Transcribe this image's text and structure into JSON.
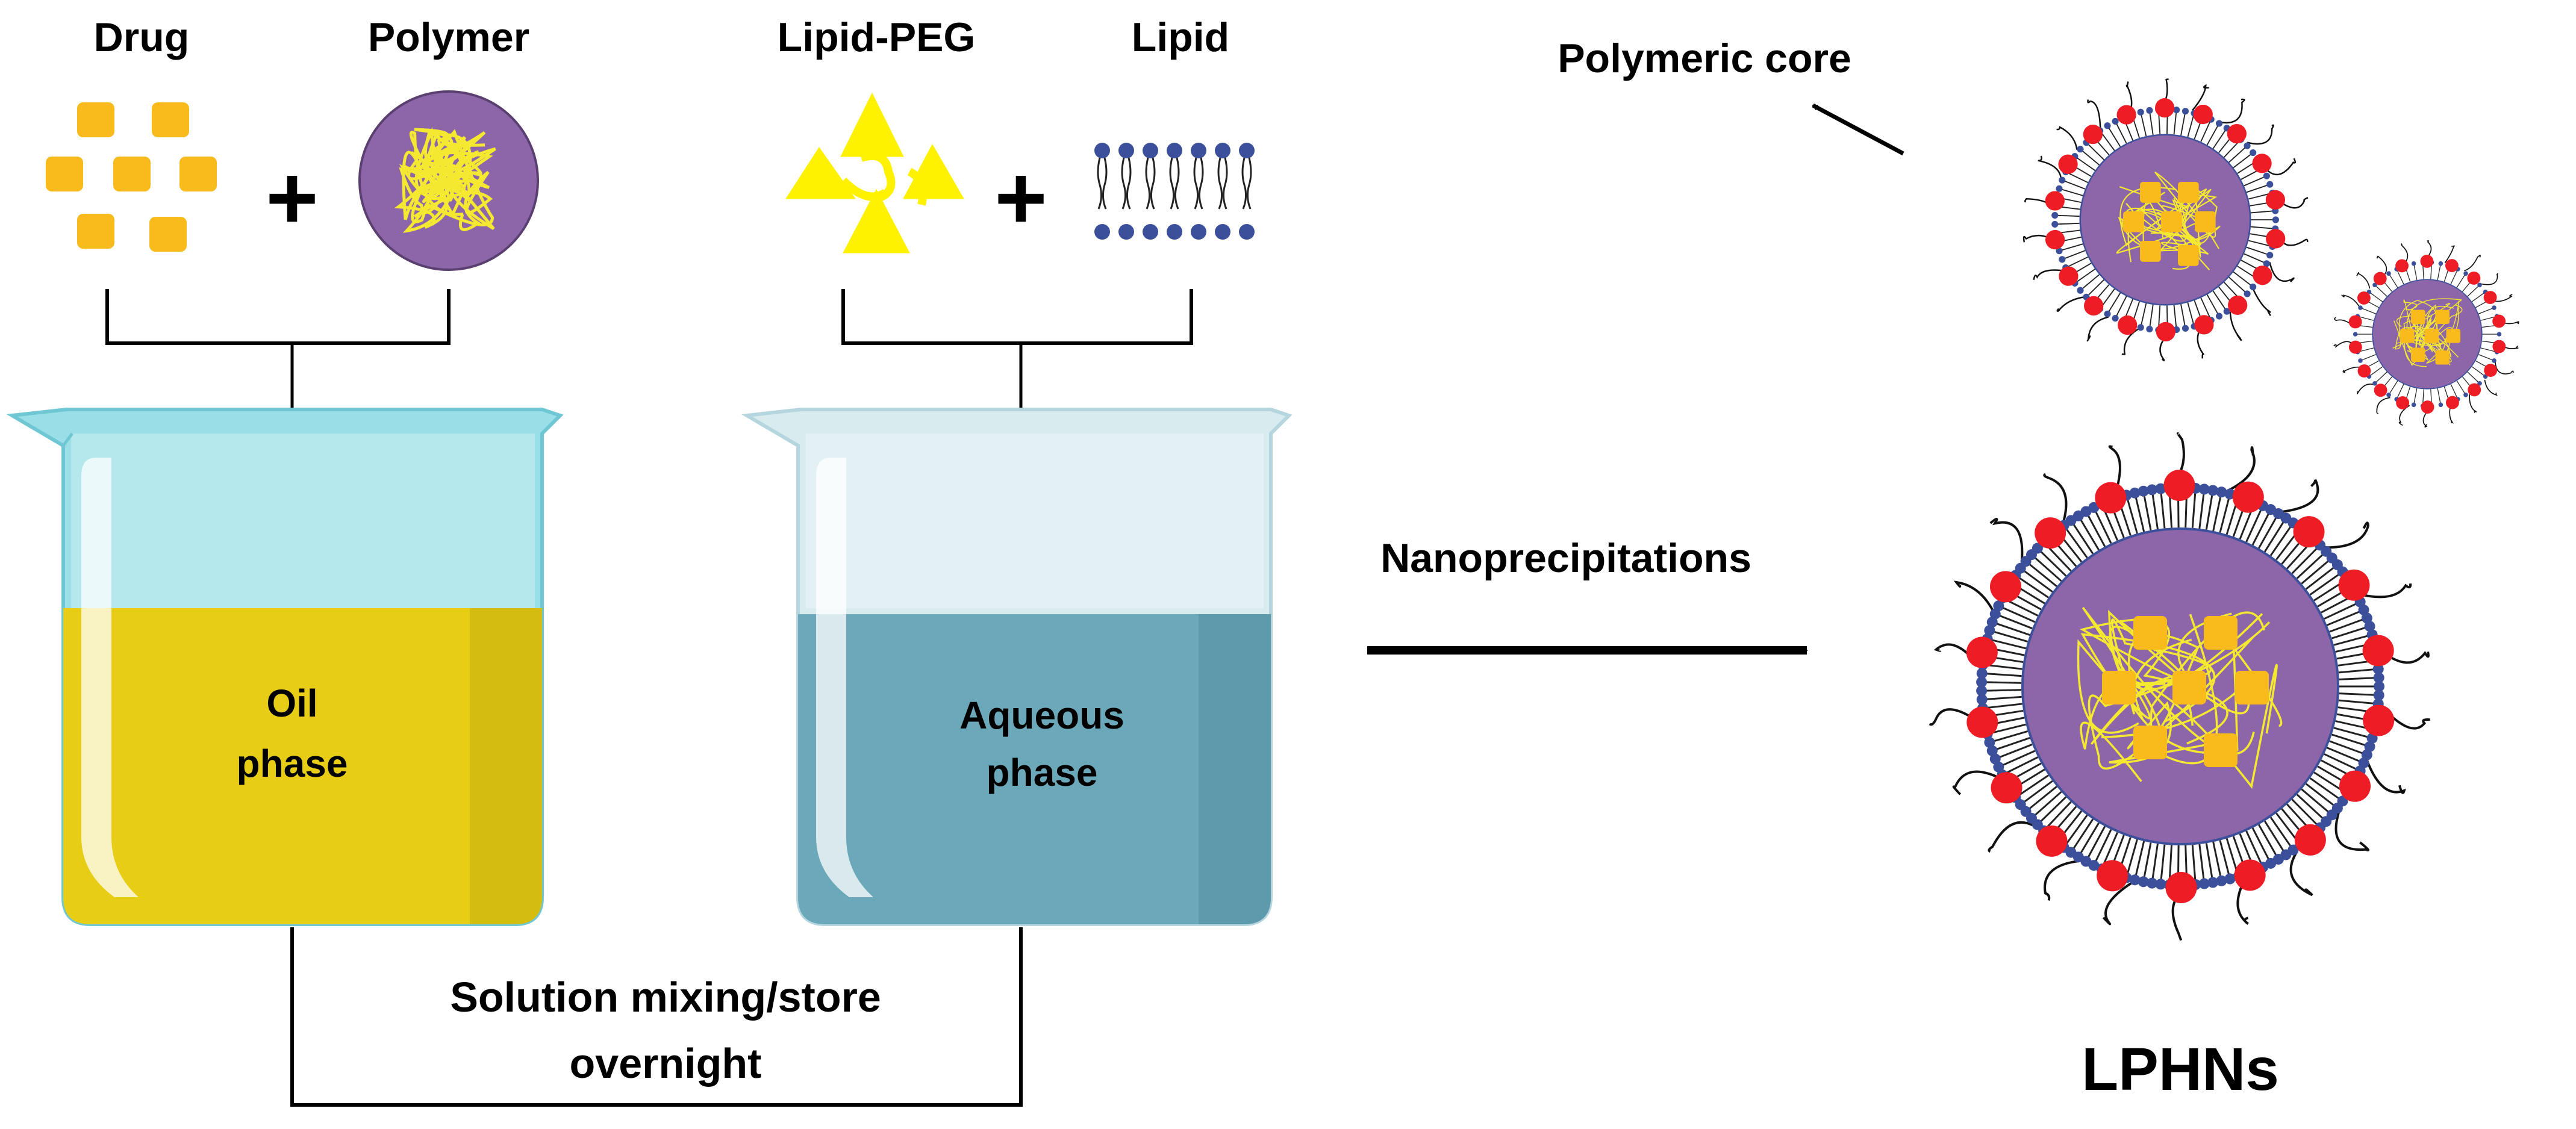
{
  "labels": {
    "drug": "Drug",
    "polymer": "Polymer",
    "lipid_peg": "Lipid-PEG",
    "lipid": "Lipid",
    "plus": "+",
    "oil_phase_line1": "Oil",
    "oil_phase_line2": "phase",
    "aqueous_phase_line1": "Aqueous",
    "aqueous_phase_line2": "phase",
    "mixing_line1": "Solution mixing/store",
    "mixing_line2": "overnight",
    "process": "Nanoprecipitations",
    "polymeric_core": "Polymeric core",
    "product": "LPHNs"
  },
  "colors": {
    "drug": "#F9BB1B",
    "polymer_core": "#8C66A8",
    "polymer_strands": "#F5E830",
    "lipid_peg": "#FFF200",
    "lipid_head": "#3B4F9A",
    "oil_liquid": "#E8CD17",
    "oil_beaker": "#9ADFE8",
    "aqueous_liquid": "#6BA9BA",
    "aqueous_beaker": "#D8ECF0",
    "lipid_head_red": "#EE1C25"
  }
}
